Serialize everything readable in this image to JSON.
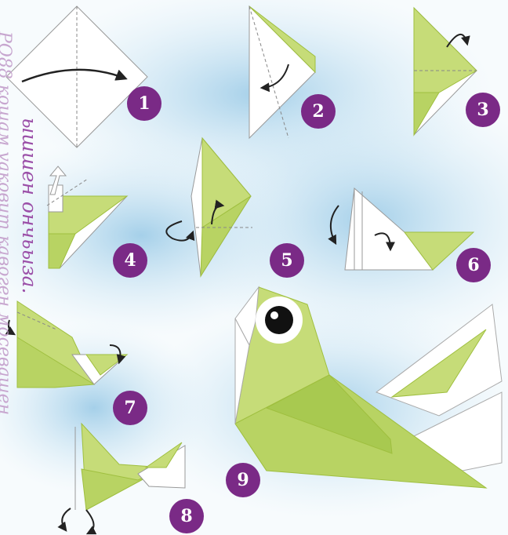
{
  "colors": {
    "paper_green": "#c6dc78",
    "paper_green_dark": "#9fbf3f",
    "paper_white": "#ffffff",
    "badge_purple": "#7a2a86",
    "badge_text": "#ffffff",
    "watercolor_blue": "#a8cfe6",
    "caption_purple": "#9b4fa8",
    "caption_faint": "#c7a6cf"
  },
  "steps": [
    "1",
    "2",
    "3",
    "4",
    "5",
    "6",
    "7",
    "8",
    "9"
  ],
  "side_captions": {
    "outer": "PO88 кошам vаковит кавоген мосевашен",
    "inner": "ышшен ончьыза."
  }
}
